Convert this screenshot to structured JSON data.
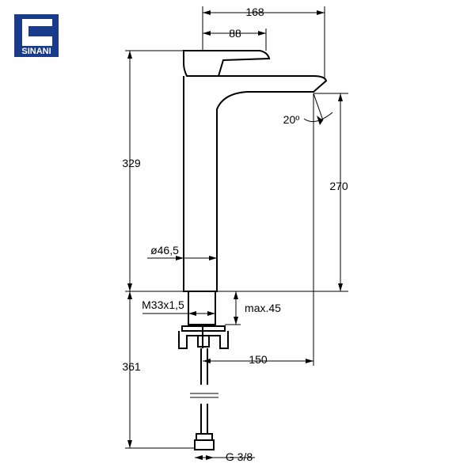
{
  "brand": {
    "name": "SINANI",
    "color": "#1a3a8a"
  },
  "dimensions": {
    "top_width": "168",
    "handle_width": "88",
    "total_height": "329",
    "spout_height": "270",
    "spout_angle": "20º",
    "body_diameter": "ø46,5",
    "thread": "M33x1,5",
    "max_counter": "max.45",
    "reach": "150",
    "hose_length": "361",
    "connection": "G 3/8"
  }
}
